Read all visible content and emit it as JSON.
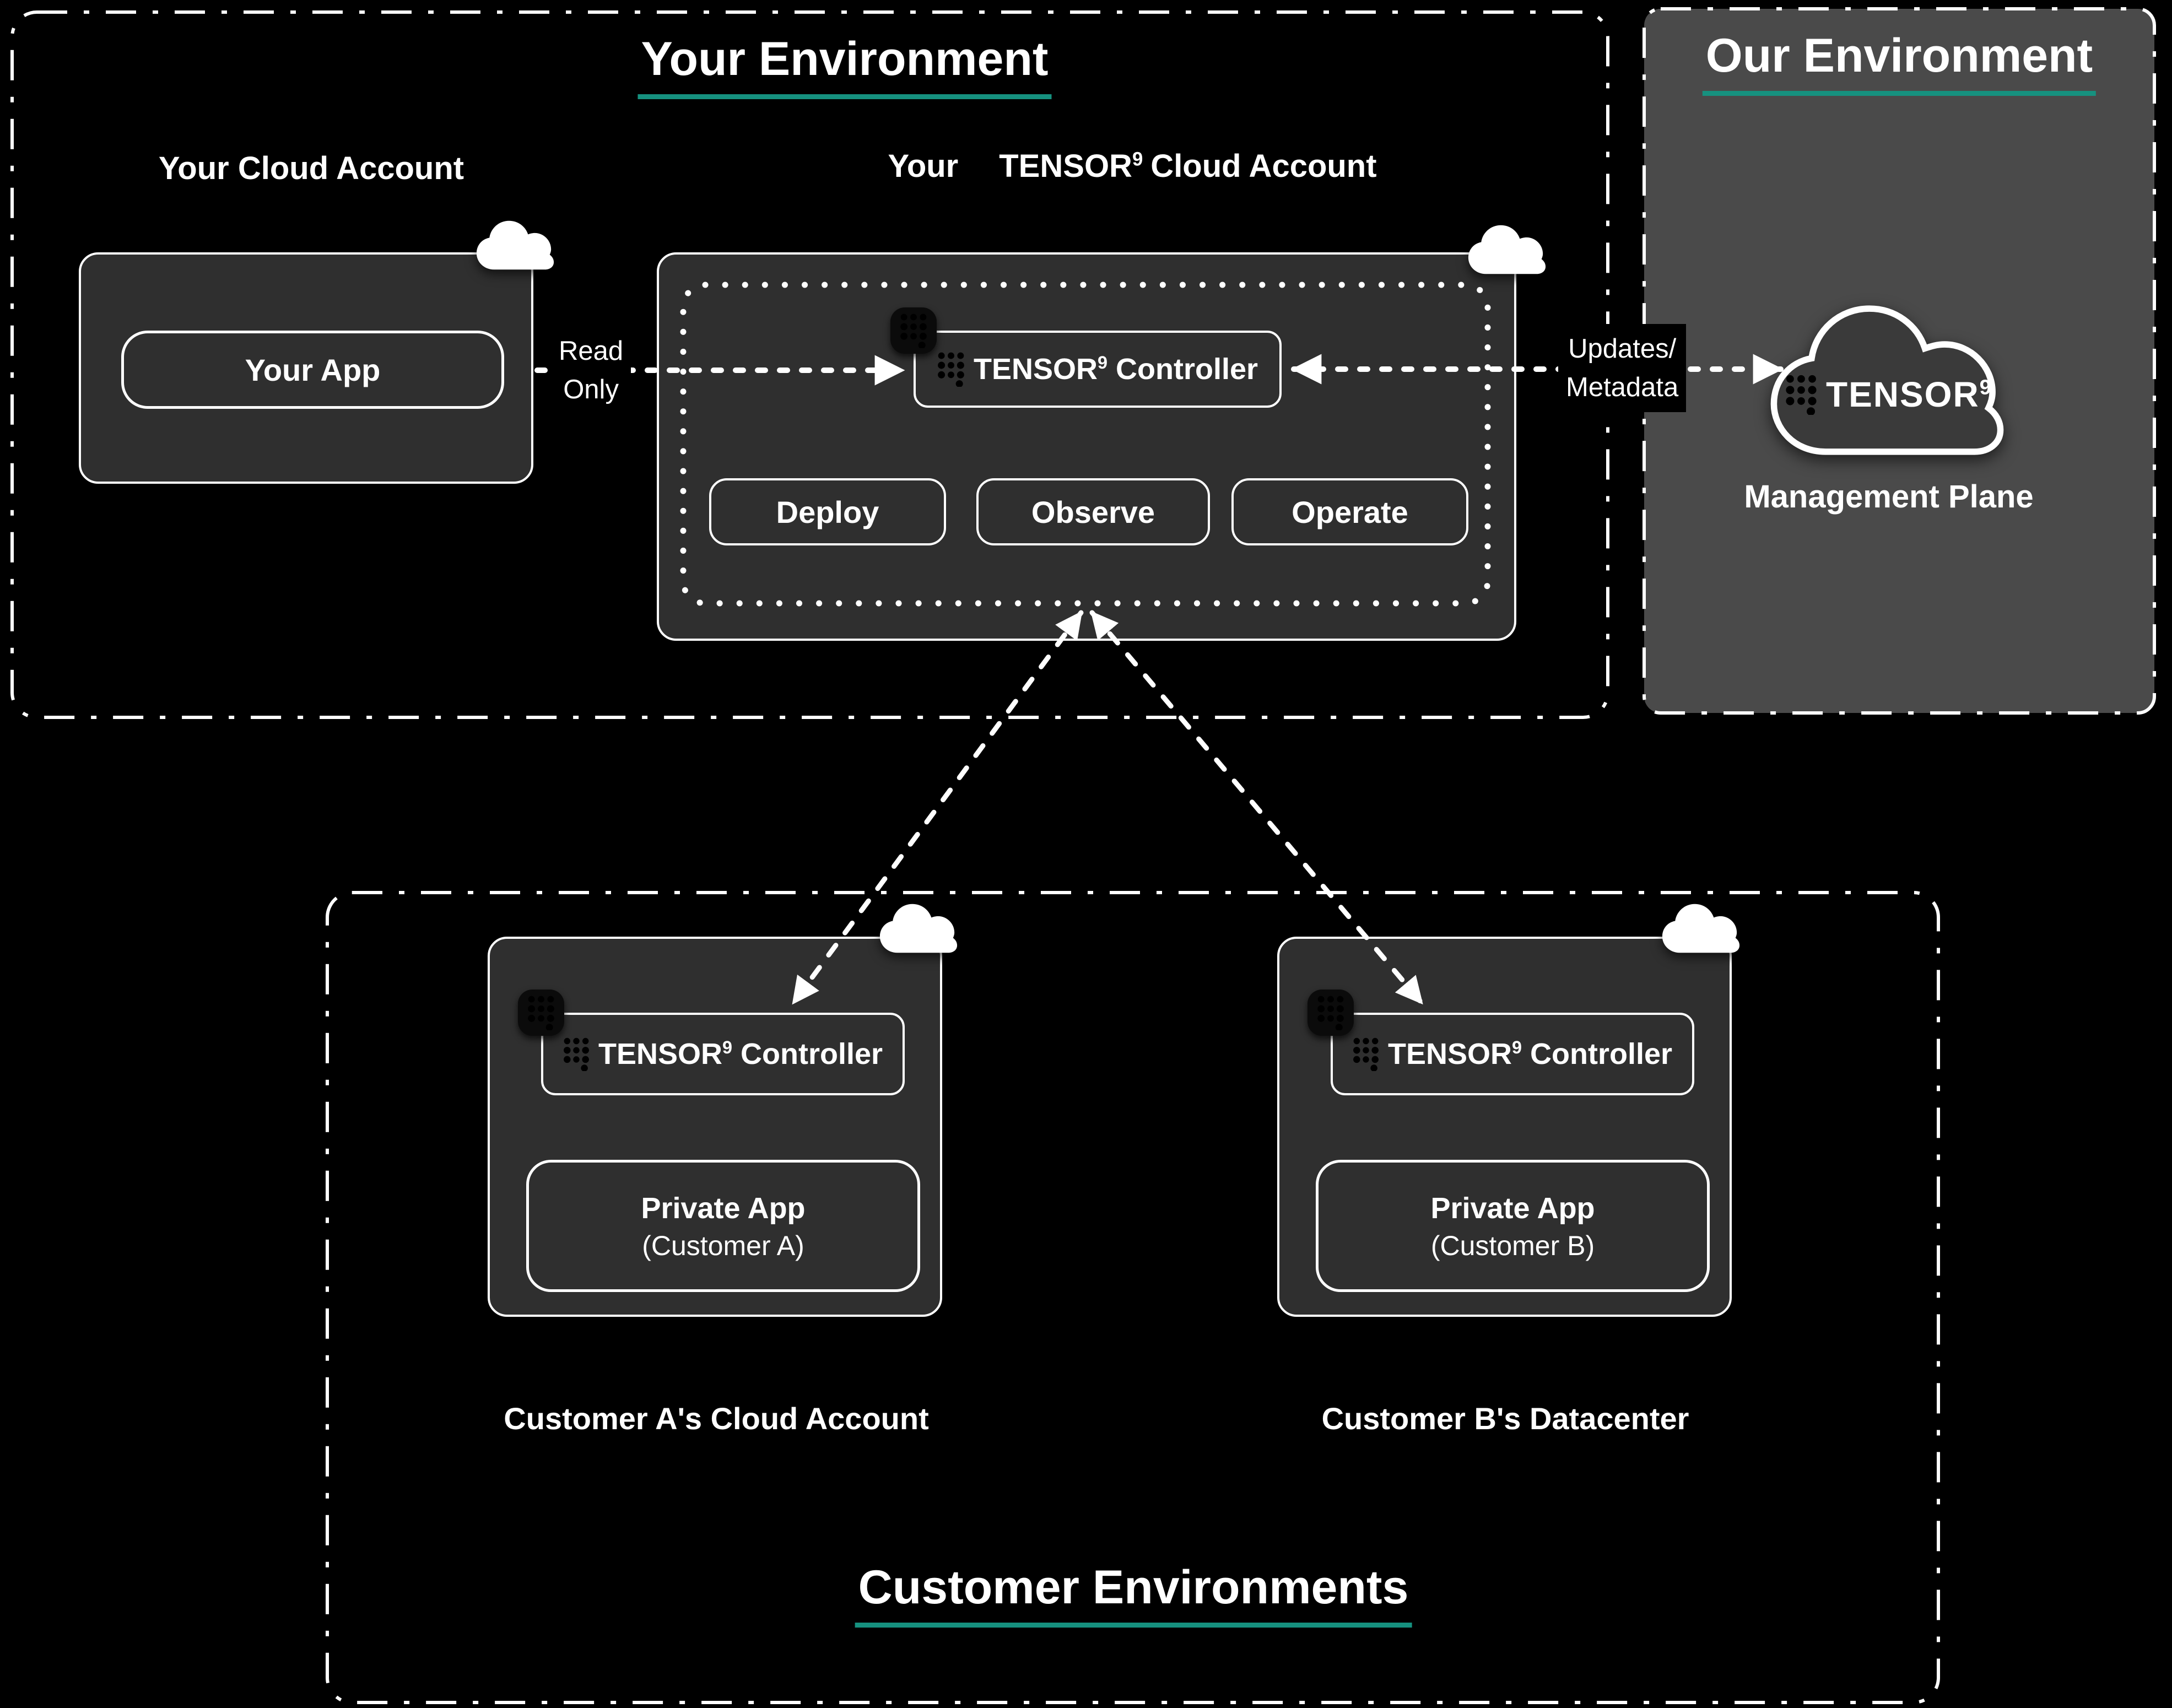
{
  "brand": {
    "word": "TENSOR",
    "sup": "9"
  },
  "colors": {
    "teal": "#16917F",
    "background": "#000000",
    "box_fill": "#2f2f2f",
    "panel_fill": "#4a4a4a",
    "line": "#ffffff"
  },
  "sections": {
    "your_environment": {
      "title": "Your Environment"
    },
    "our_environment": {
      "title": "Our Environment",
      "management_plane": "Management Plane"
    },
    "customer_environments": {
      "title": "Customer Environments"
    }
  },
  "your_cloud_account": {
    "header": "Your Cloud Account",
    "app": "Your App"
  },
  "tensor_cloud_account": {
    "header_prefix": "Your",
    "header_suffix": "Cloud Account",
    "controller": "Controller",
    "buttons": [
      "Deploy",
      "Observe",
      "Operate"
    ]
  },
  "labels": {
    "read_only_line1": "Read",
    "read_only_line2": "Only",
    "updates_line1": "Updates/",
    "updates_line2": "Metadata"
  },
  "customers": [
    {
      "controller": "Controller",
      "app_title": "Private App",
      "app_subtitle": "(Customer A)",
      "caption": "Customer A's Cloud Account"
    },
    {
      "controller": "Controller",
      "app_title": "Private App",
      "app_subtitle": "(Customer B)",
      "caption": "Customer B's Datacenter"
    }
  ]
}
